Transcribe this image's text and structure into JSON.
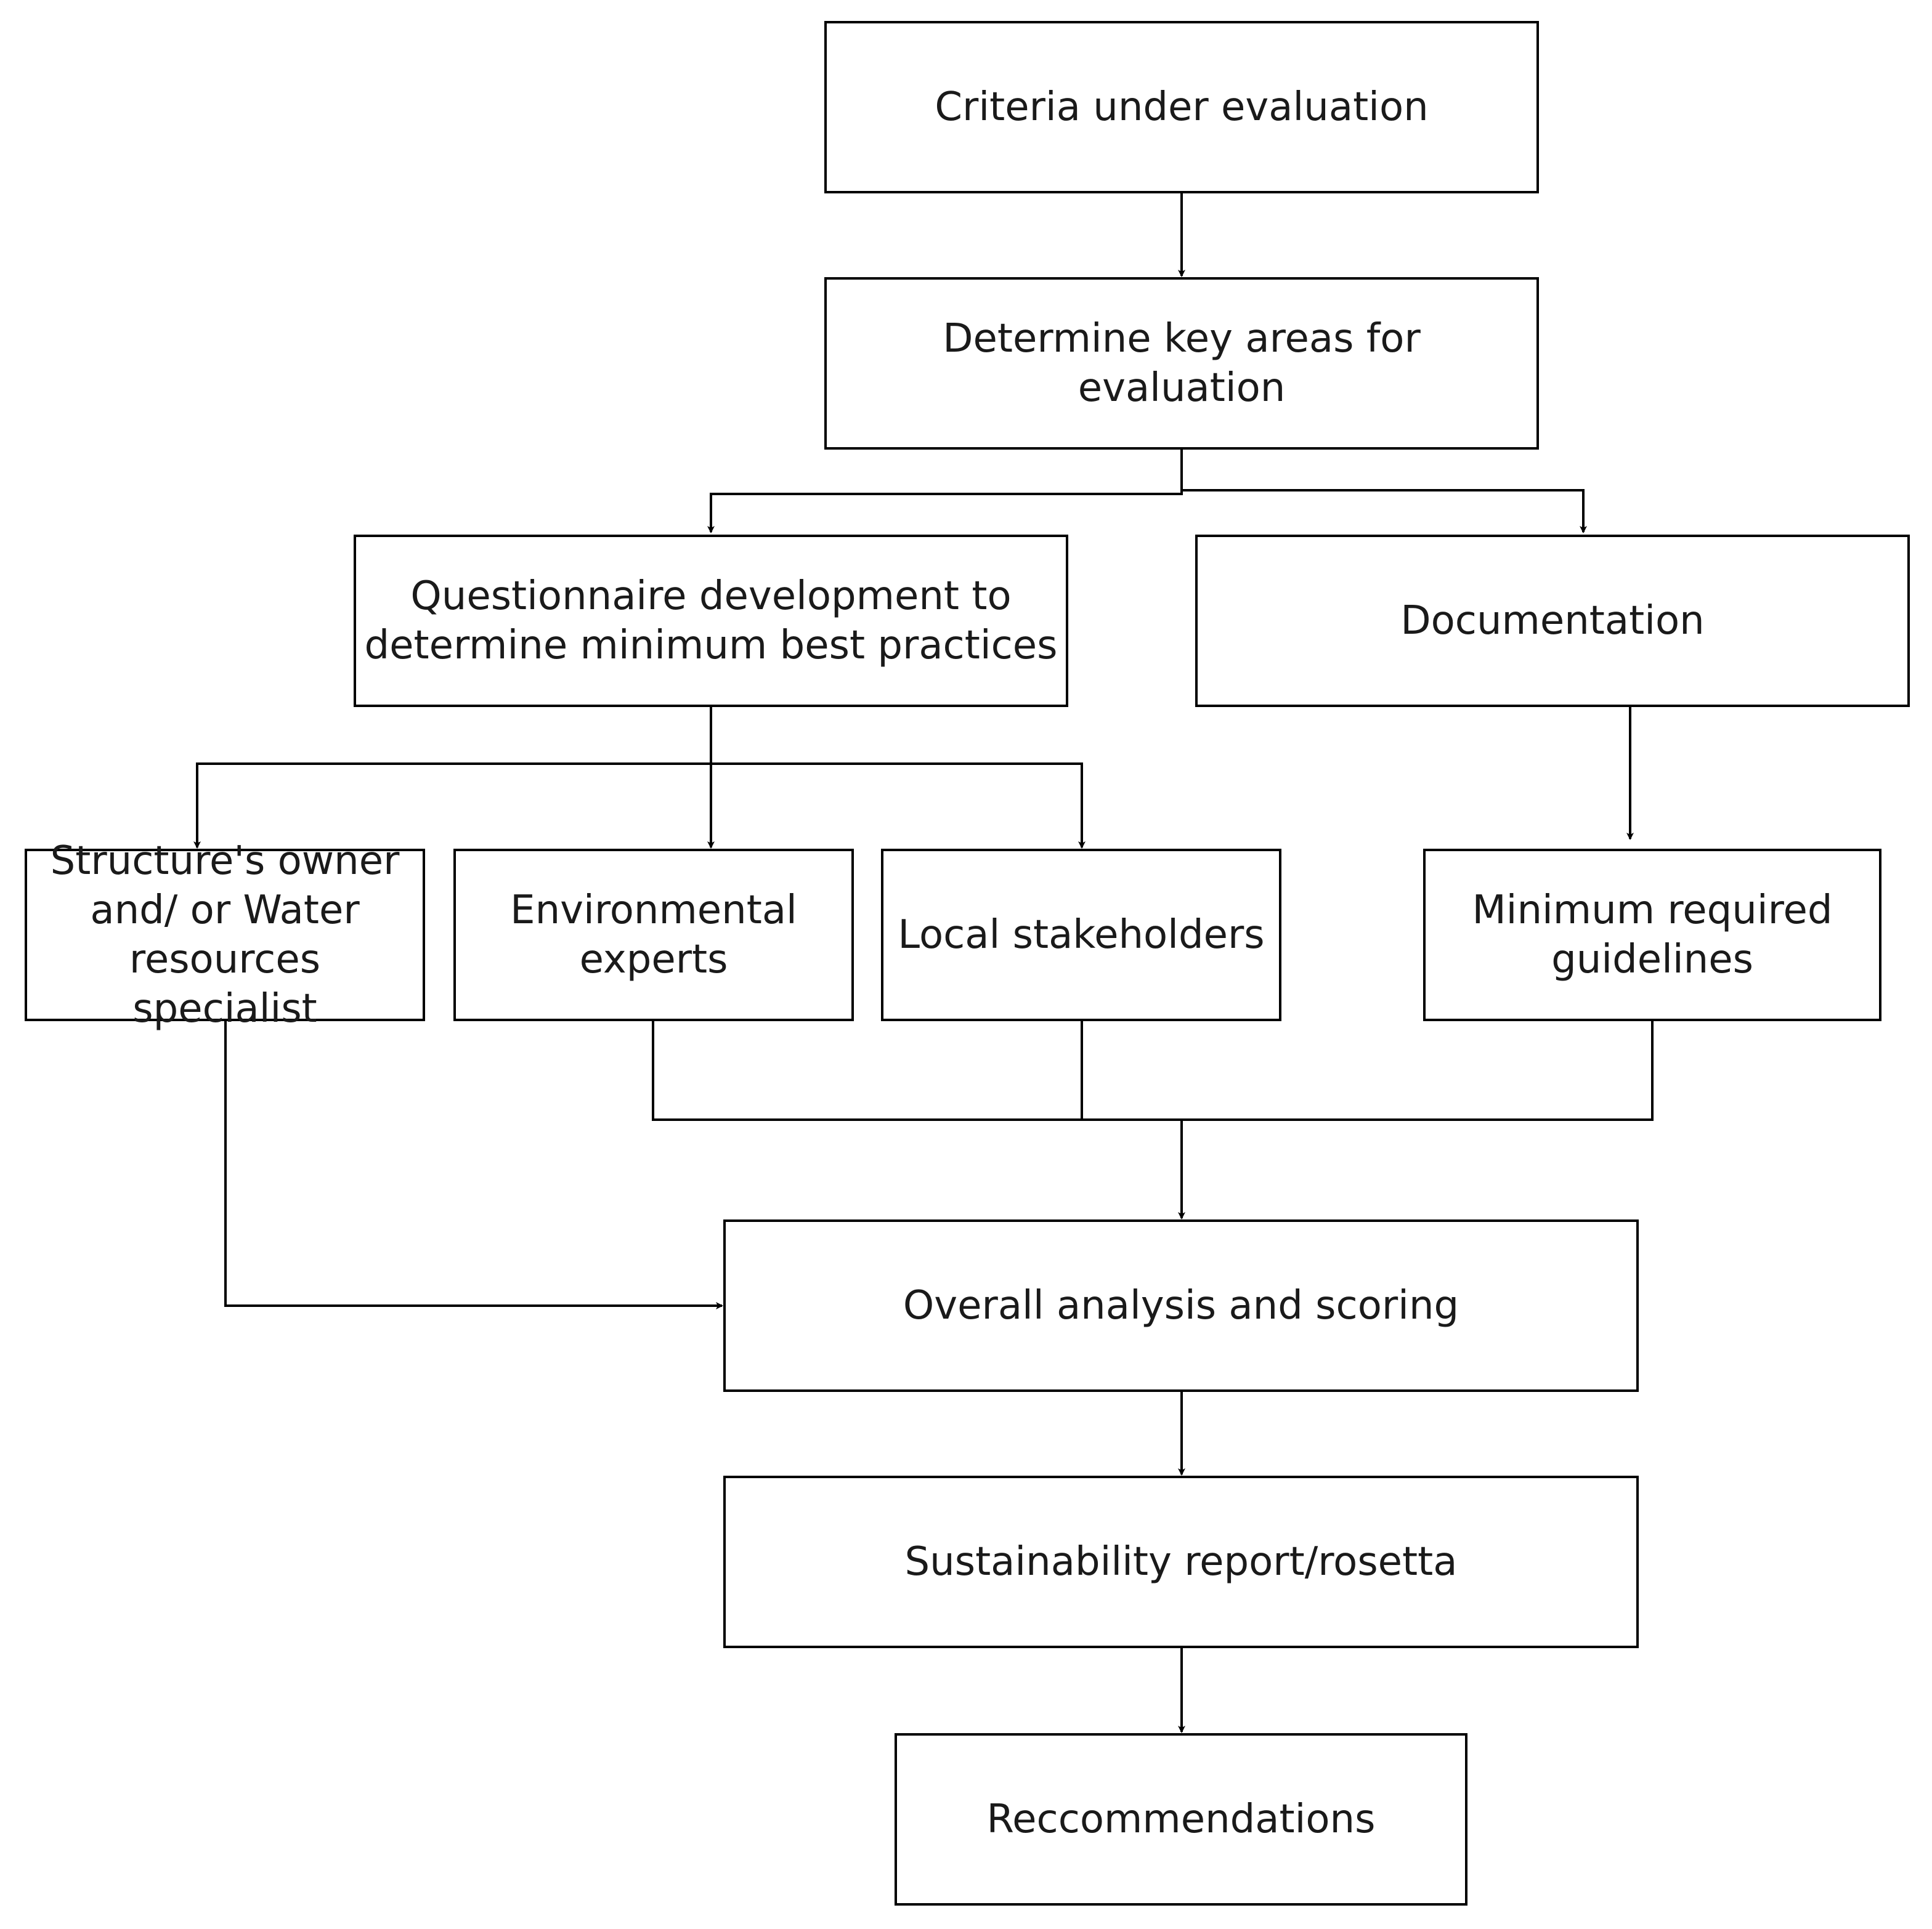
{
  "nodes": {
    "criteria": "Criteria under evaluation",
    "key_areas": "Determine key areas for\nevaluation",
    "questionnaire": "Questionnaire development to\ndetermine minimum best practices",
    "documentation": "Documentation",
    "owner": "Structure's owner\nand/ or Water\nresources specialist",
    "environmental": "Environmental\nexperts",
    "local": "Local stakeholders",
    "guidelines": "Minimum required\nguidelines",
    "analysis": "Overall analysis and scoring",
    "report": "Sustainability report/rosetta",
    "recommendations": "Reccommendations"
  },
  "colors": {
    "line": "#000000",
    "text": "#1a1a1a",
    "background": "#ffffff"
  }
}
